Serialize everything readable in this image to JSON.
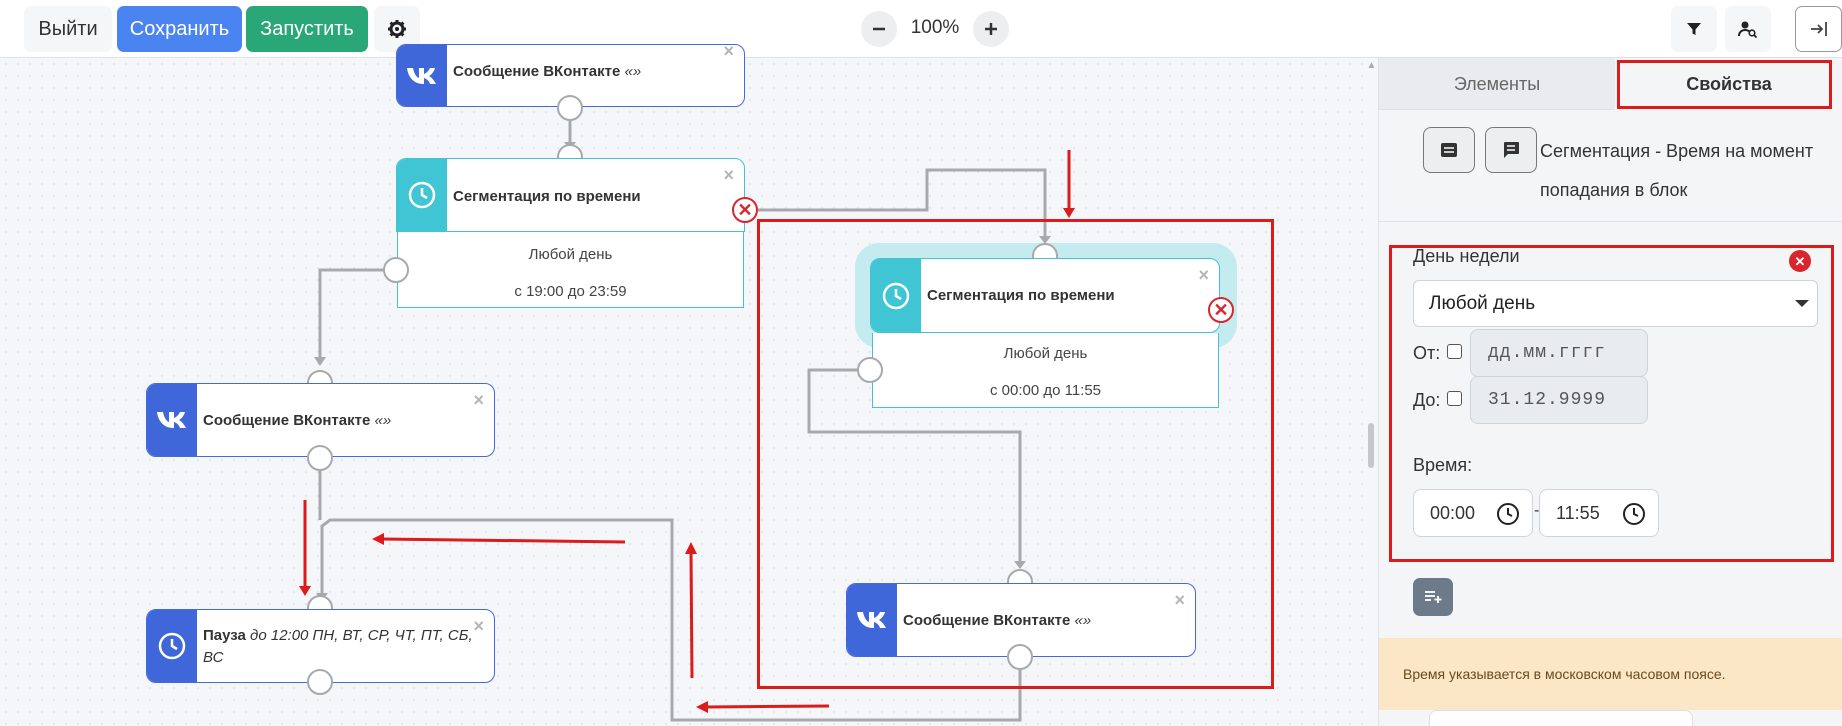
{
  "toolbar": {
    "exit_label": "Выйти",
    "save_label": "Сохранить",
    "run_label": "Запустить",
    "zoom": "100%"
  },
  "canvas": {
    "nodes": {
      "vk_top": {
        "title": "Сообщение ВКонтакте",
        "suffix": "«»"
      },
      "seg1": {
        "title": "Сегментация по времени",
        "day": "Любой день",
        "time": "с 19:00 до 23:59"
      },
      "vk_left": {
        "title": "Сообщение ВКонтакте",
        "suffix": "«»"
      },
      "pause": {
        "title": "Пауза",
        "detail": "до 12:00 ПН, ВТ, СР, ЧТ, ПТ, СБ, ВС"
      },
      "seg2": {
        "title": "Сегментация по времени",
        "day": "Любой день",
        "time": "с 00:00 до 11:55"
      },
      "vk_right": {
        "title": "Сообщение ВКонтакте",
        "suffix": "«»"
      }
    },
    "close_glyph": "×",
    "remove_glyph": "✕"
  },
  "panel": {
    "tabs": [
      "Элементы",
      "Свойства"
    ],
    "title": "Сегментация - Время на момент попадания в блок",
    "weekday_label": "День недели",
    "weekday_value": "Любой день",
    "from_label": "От:",
    "from_placeholder": "дд.мм.гггг",
    "to_label": "До:",
    "to_value": "31.12.9999",
    "time_label": "Время:",
    "time_from": "00:00",
    "time_separator": "-",
    "time_to": "11:55",
    "notice": "Время указывается в московском часовом поясе."
  },
  "colors": {
    "accent_blue": "#4a84f0",
    "run_green": "#2aa776",
    "vk_blue": "#3f67d9",
    "teal": "#3fc5d3",
    "highlight_red": "#dc1b1b",
    "notice_bg": "#fbe6c5"
  },
  "icons": [
    "gear-icon",
    "minus-icon",
    "plus-icon",
    "filter-icon",
    "user-search-icon",
    "exit-panel-icon",
    "vk-icon",
    "clock-icon",
    "message-icon",
    "add-row-icon"
  ]
}
